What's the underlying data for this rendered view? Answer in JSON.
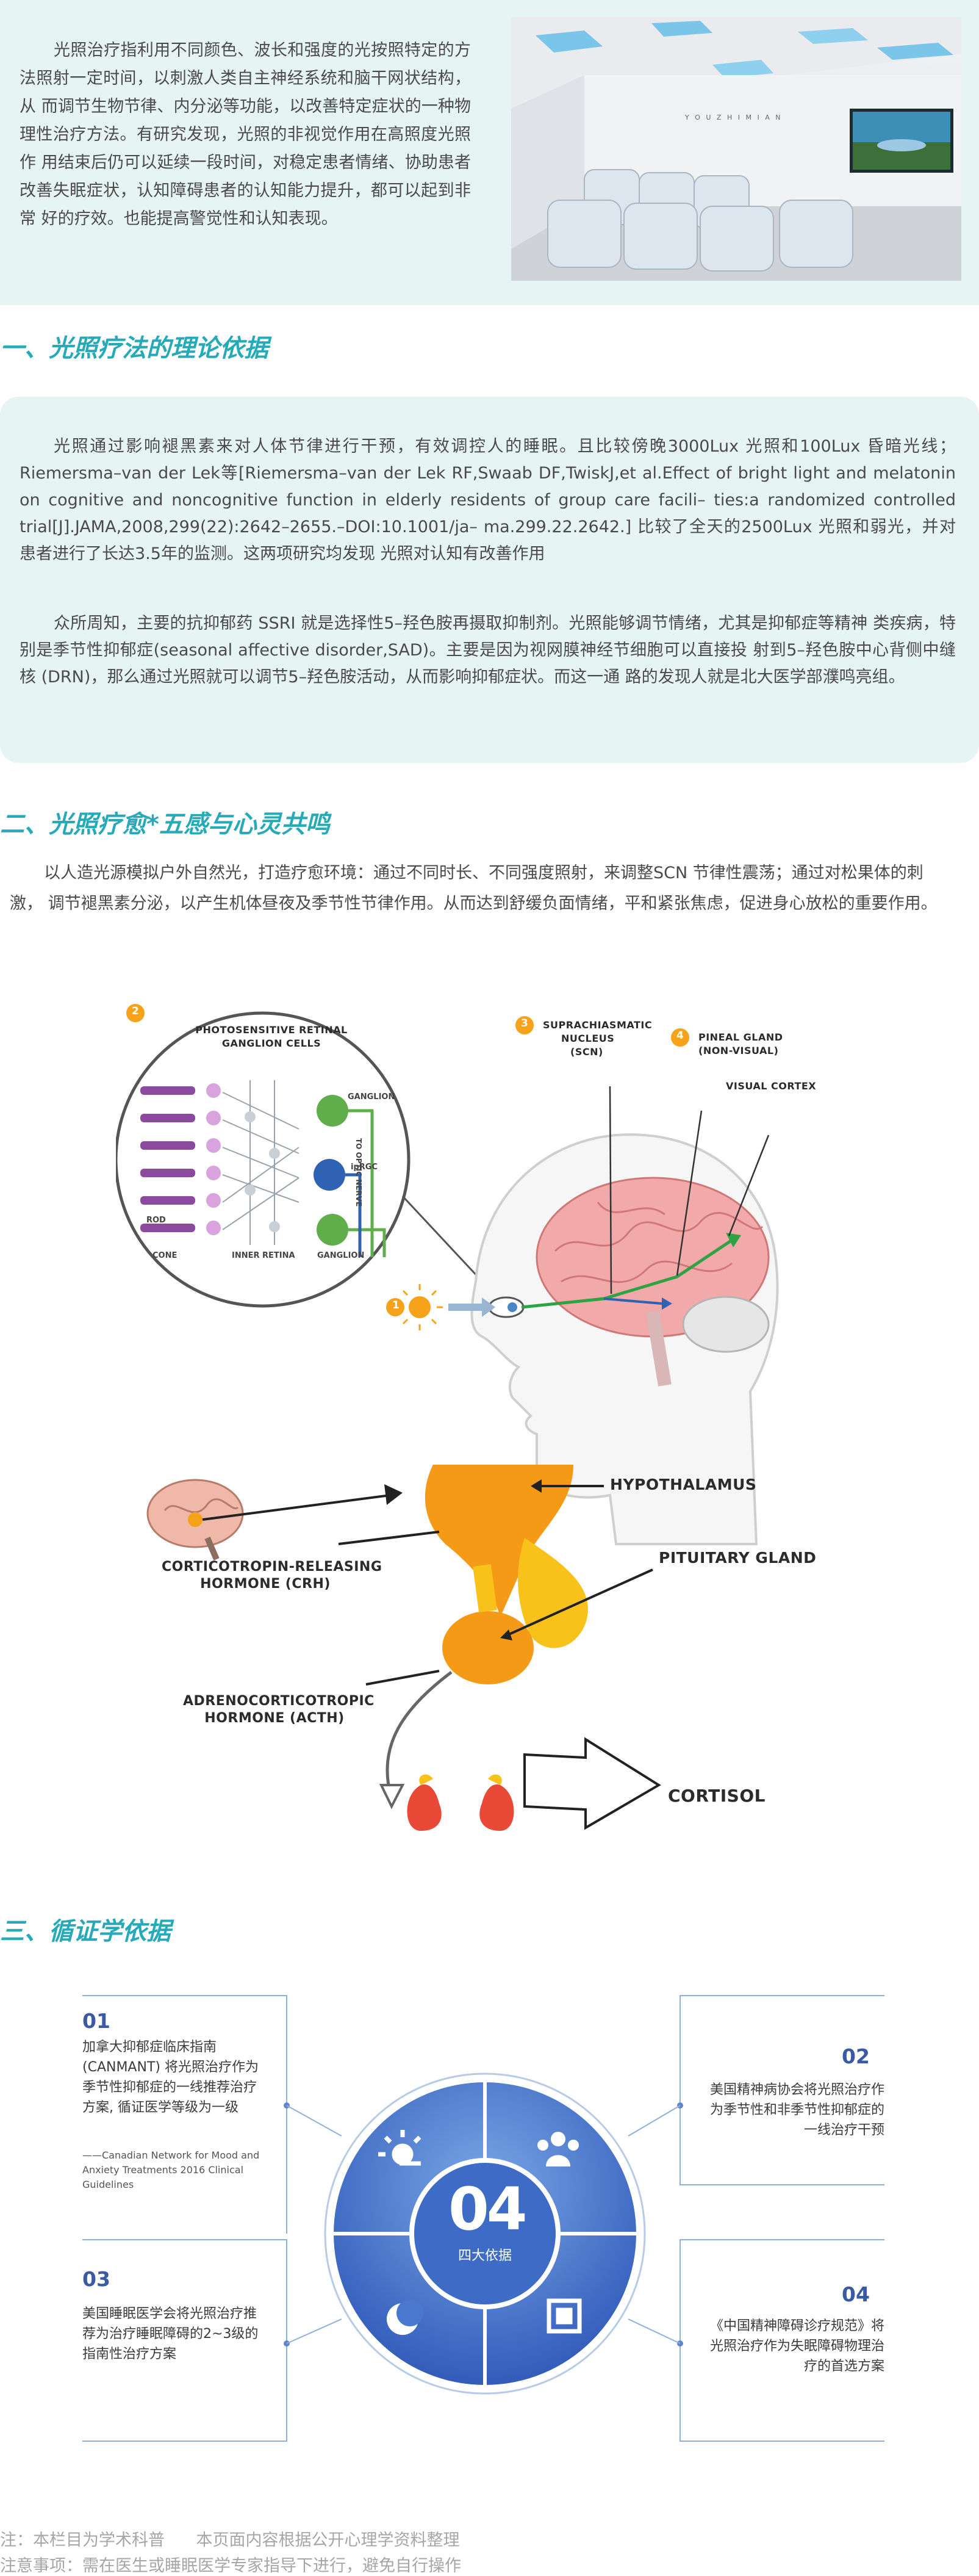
{
  "intro": {
    "paragraph": "光照治疗指利用不同颜色、波长和强度的光按照特定的方法照射一定时间，以刺激人类自主神经系统和脑干网状结构，从 而调节生物节律、内分泌等功能，以改善特定症状的一种物理性治疗方法。有研究发现，光照的非视觉作用在高照度光照作 用结束后仍可以延续一段时间，对稳定患者情绪、协助患者改善失眠症状，认知障碍患者的认知能力提升，都可以起到非常 好的疗效。也能提高警觉性和认知表现。",
    "photo_wall_text": "Y O U Z H I M I A N"
  },
  "section1": {
    "title": "一、光照疗法的理论依据",
    "para1": "光照通过影响褪黑素来对人体节律进行干预，有效调控人的睡眠。且比较傍晚3000Lux 光照和100Lux 昏暗光线；Riemersma–van der Lek等[Riemersma–van der Lek RF,Swaab DF,TwiskJ,et al.Effect of bright light and melatonin on cognitive and noncognitive function in elderly residents of group care facili– ties:a randomized controlled trial[J].JAMA,2008,299(22):2642–2655.–DOI:10.1001/ja– ma.299.22.2642.] 比较了全天的2500Lux 光照和弱光，并对患者进行了长达3.5年的监测。这两项研究均发现 光照对认知有改善作用",
    "para2": "众所周知，主要的抗抑郁药 SSRI 就是选择性5–羟色胺再摄取抑制剂。光照能够调节情绪，尤其是抑郁症等精神 类疾病，特别是季节性抑郁症(seasonal affective disorder,SAD)。主要是因为视网膜神经节细胞可以直接投 射到5–羟色胺中心背侧中缝核 (DRN)，那么通过光照就可以调节5–羟色胺活动，从而影响抑郁症状。而这一通 路的发现人就是北大医学部濮鸣亮组。"
  },
  "section2": {
    "title": "二、光照疗愈*五感与心灵共鸣",
    "paragraph": "以人造光源模拟户外自然光，打造疗愈环境：通过不同时长、不同强度照射，来调整SCN 节律性震荡；通过对松果体的刺激， 调节褪黑素分泌，以产生机体昼夜及季节性节律作用。从而达到舒缓负面情绪，平和紧张焦虑，促进身心放松的重要作用。"
  },
  "diagram1": {
    "num2": "2",
    "retina_title_1": "PHOTOSENSITIVE RETINAL",
    "retina_title_2": "GANGLION CELLS",
    "num3": "3",
    "scn_1": "SUPRACHIASMATIC",
    "scn_2": "NUCLEUS",
    "scn_3": "(SCN)",
    "num4": "4",
    "pineal_1": "PINEAL GLAND",
    "pineal_2": "(NON-VISUAL)",
    "visual_cortex": "VISUAL CORTEX",
    "num1": "1",
    "lbl_ganglion": "GANGLION",
    "lbl_iprgc": "ipRGC",
    "lbl_ganglion2": "GANGLION",
    "lbl_rod": "ROD",
    "lbl_cone": "CONE",
    "lbl_inner_retina": "INNER RETINA",
    "lbl_to_optic": "TO OPTIC NERVE"
  },
  "diagram2": {
    "hypothalamus": "HYPOTHALAMUS",
    "pituitary": "PITUITARY GLAND",
    "crh_1": "CORTICOTROPIN-RELEASING",
    "crh_2": "HORMONE (CRH)",
    "acth_1": "ADRENOCORTICOTROPIC",
    "acth_2": "HORMONE (ACTH)",
    "cortisol": "CORTISOL"
  },
  "section3": {
    "title": "三、循证学依据",
    "center_number": "04",
    "center_label": "四大依据",
    "icons": [
      "sun-rays-icon",
      "people-icon",
      "moon-icon",
      "focus-frame-icon"
    ],
    "cards": [
      {
        "num": "01",
        "text": "加拿大抑郁症临床指南(CANMANT) 将光照治疗作为季节性抑郁症的一线推荐治疗方案, 循证医学等级为一级",
        "source": "——Canadian Network for Mood and Anxiety Treatments 2016 Clinical Guidelines"
      },
      {
        "num": "02",
        "text": "美国精神病协会将光照治疗作为季节性和非季节性抑郁症的一线治疗干预"
      },
      {
        "num": "03",
        "text": "美国睡眠医学会将光照治疗推荐为治疗睡眠障碍的2~3级的指南性治疗方案"
      },
      {
        "num": "04",
        "text": "《中国精神障碍诊疗规范》将光照治疗作为失眠障碍物理治疗的首选方案"
      }
    ]
  },
  "footer": {
    "line1": "注：本栏目为学术科普      本页面内容根据公开心理学资料整理",
    "line2": "注意事项：需在医生或睡眠医学专家指导下进行，避免自行操作"
  },
  "colors": {
    "accent_teal": "#26a9b9",
    "panel_bg": "#e6f4f3",
    "evidence_blue": "#3a5aa5"
  }
}
